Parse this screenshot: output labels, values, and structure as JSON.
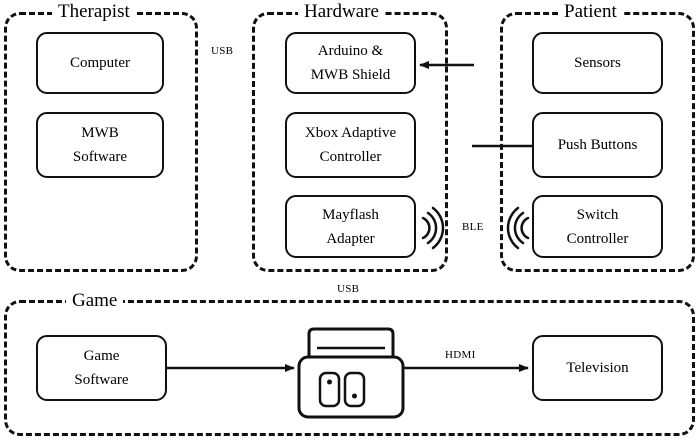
{
  "groups": {
    "therapist": "Therapist",
    "hardware": "Hardware",
    "patient": "Patient",
    "game": "Game"
  },
  "therapist": {
    "computer": "Computer",
    "mwb_software_line1": "MWB",
    "mwb_software_line2": "Software"
  },
  "hardware": {
    "arduino_line1": "Arduino &",
    "arduino_line2": "MWB Shield",
    "xbox_line1": "Xbox Adaptive",
    "xbox_line2": "Controller",
    "mayflash_line1": "Mayflash",
    "mayflash_line2": "Adapter"
  },
  "patient": {
    "sensors": "Sensors",
    "push_buttons": "Push Buttons",
    "switch_line1": "Switch",
    "switch_line2": "Controller"
  },
  "game": {
    "game_software_line1": "Game",
    "game_software_line2": "Software",
    "television": "Television"
  },
  "connections": {
    "usb_top": "USB",
    "ble": "BLE",
    "usb_bottom": "USB",
    "hdmi": "HDMI"
  },
  "icons": [
    "nintendo-switch-console-icon",
    "wireless-signal-icon"
  ]
}
